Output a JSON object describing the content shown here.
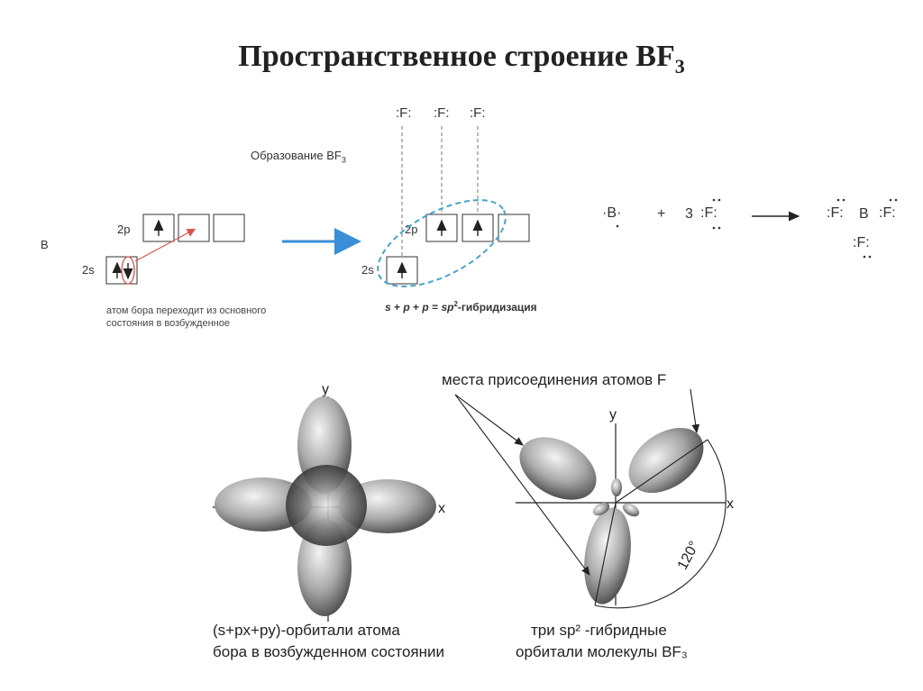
{
  "title": {
    "text": "Пространственное строение BF",
    "sub": "3"
  },
  "formation": {
    "label": "Образование BF",
    "label_sub": "3"
  },
  "ground_state": {
    "atom": "B",
    "orbital_2p": "2p",
    "orbital_2s": "2s",
    "note_line1": "атом бора переходит из основного",
    "note_line2": "состояния в возбужденное"
  },
  "excited_state": {
    "orbital_2p": "2p",
    "orbital_2s": "2s",
    "fluorine": "F",
    "hybridization": {
      "s": "s",
      "p1": "p",
      "p2": "p",
      "sp2": "sp",
      "sup": "2",
      "suffix": "-гибридизация"
    }
  },
  "reaction": {
    "boron": "B",
    "plus": "+",
    "coef": "3",
    "fluorine": "F",
    "product_center": "B"
  },
  "left_diagram": {
    "axis_y": "y",
    "axis_x": "x",
    "caption_line1": "(s+px+py)-орбитали атома",
    "caption_line2": "бора в возбужденном состоянии"
  },
  "right_diagram": {
    "label_top": "места присоединения атомов F",
    "axis_y": "y",
    "axis_x": "x",
    "angle": "120°",
    "caption_line1": "три sp² -гибридные",
    "caption_line2": "орбитали молекулы BF₃"
  },
  "colors": {
    "arrow_blue": "#3a8fd8",
    "ellipse_teal": "#4aa3c8",
    "arrow_red": "#d9534f"
  }
}
